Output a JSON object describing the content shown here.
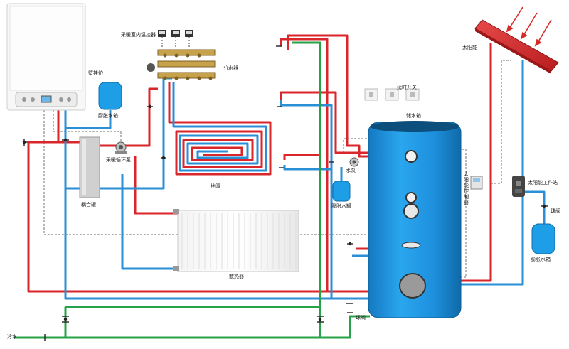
{
  "labels": {
    "boiler": "壁挂炉",
    "room_controller": "采暖室内温控器",
    "manifold": "分水器",
    "expansion_tank_1": "膨胀水箱",
    "circulation_pump": "采暖循环泵",
    "floor_heating": "地暖",
    "mixing_tank": "耦合罐",
    "radiator": "散热器",
    "cold_water": "冷水",
    "timer_switch": "延时开关",
    "storage_tank": "储水箱",
    "water_pump": "水泵",
    "expansion_tank_2": "膨胀水罐",
    "solar_controller": "太阳能控制器",
    "solar_panel": "太阳能",
    "solar_station": "太阳能工作站",
    "valve_right": "球阀",
    "valve_bottom": "球阀",
    "expansion_tank_3": "膨胀水箱"
  },
  "colors": {
    "hot": "#d8262a",
    "return": "#2b8fd6",
    "cold": "#27a347",
    "control": "#888888",
    "tank": "#1f9ee8",
    "panel": "#d62a2a"
  }
}
